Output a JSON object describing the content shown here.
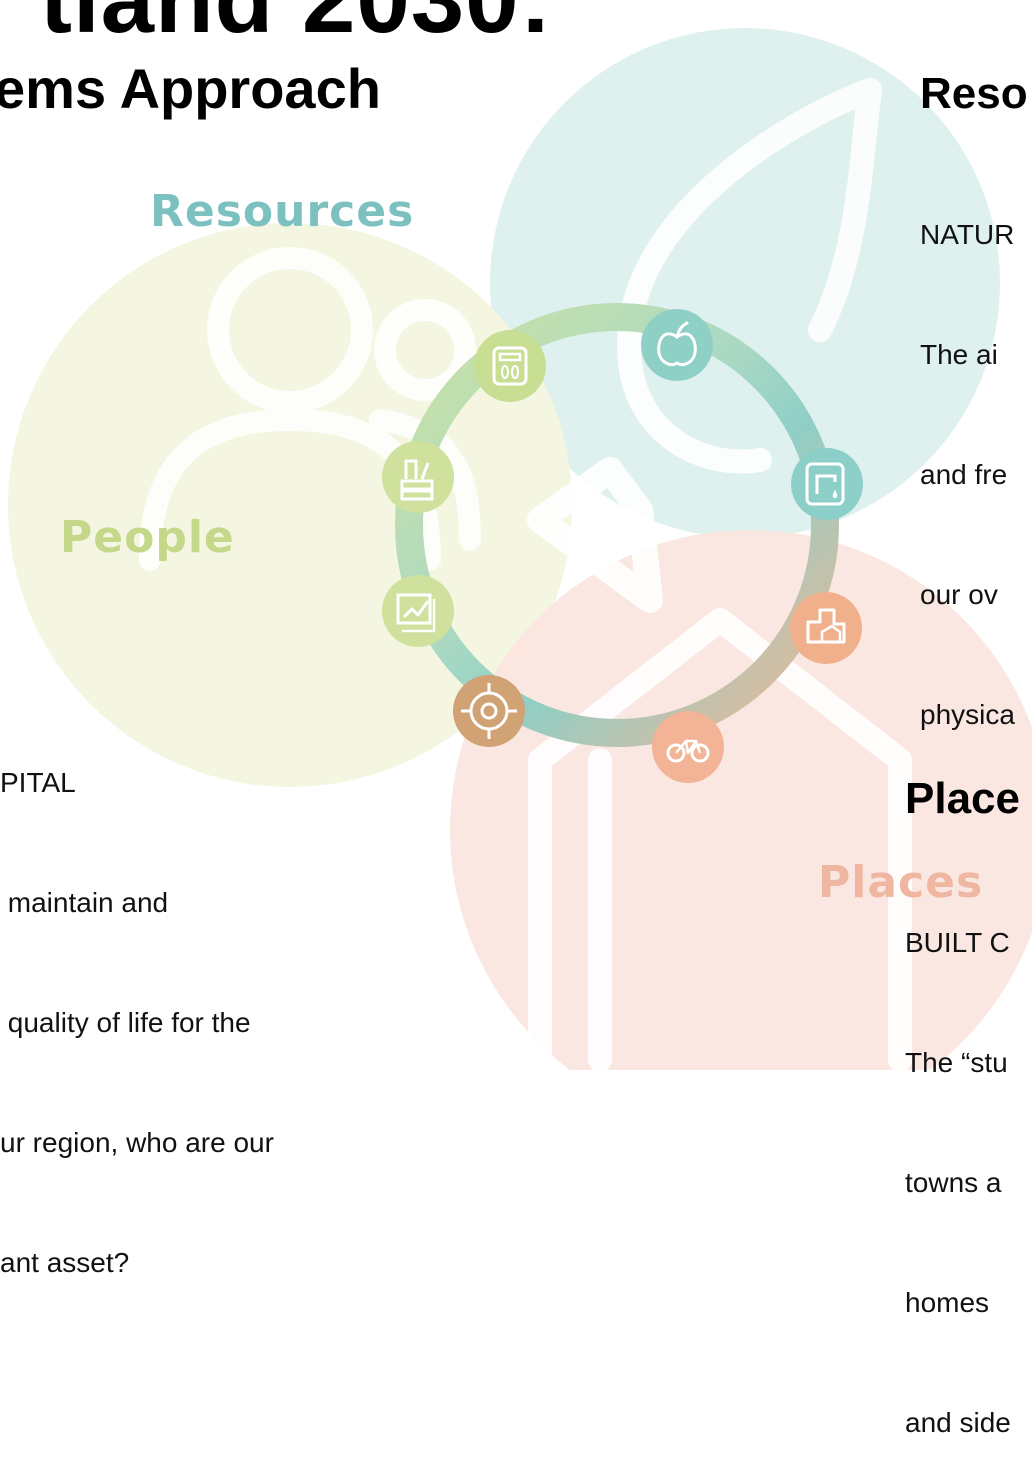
{
  "title": "tland 2030:",
  "subtitle": "ems Approach",
  "circle_labels": {
    "resources": "Resources",
    "people": "People",
    "places": "Places"
  },
  "sections": {
    "resources": {
      "heading": "Reso",
      "lines": [
        "NATUR",
        "The ai",
        "and fre",
        "our ov",
        "physica"
      ]
    },
    "people": {
      "lines": [
        "PITAL",
        " maintain and",
        " quality of life for the",
        "ur region, who are our",
        "ant asset?"
      ]
    },
    "places": {
      "heading": "Place",
      "lines": [
        "BUILT C",
        "The “stu",
        "towns a",
        "homes ",
        "and side"
      ]
    }
  },
  "icons": [
    "scale-icon",
    "apple-icon",
    "faucet-icon",
    "buildings-icon",
    "bicycle-icon",
    "roundabout-icon",
    "growth-chart-icon",
    "books-icon"
  ],
  "colors": {
    "resources": "#dff1ef",
    "people": "#f3f6df",
    "places": "#fbe5de",
    "ring_teal": "#8cd1c8",
    "ring_green": "#c7e08e",
    "ring_orange": "#f1b48f",
    "label_teal": "#7cc1c0",
    "label_green": "#c5d88a",
    "label_orange": "#efb6a1"
  }
}
